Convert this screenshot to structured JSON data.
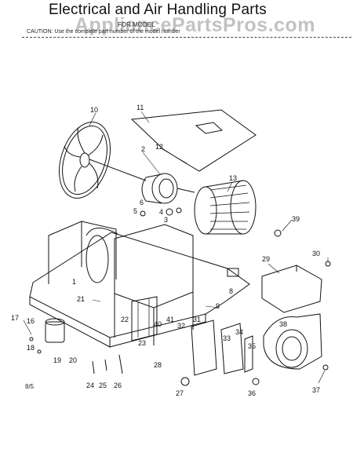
{
  "header": {
    "title": "Electrical and Air Handling Parts",
    "model_line": "FOR MODEL",
    "caution_line": "CAUTION: Use the complete part number of the model number",
    "watermark": "AppliancePartsPros.com"
  },
  "footer": {
    "page_code": "8/5"
  },
  "callouts": {
    "c1": "1",
    "c2": "2",
    "c3": "3",
    "c4": "4",
    "c5": "5",
    "c6": "6",
    "c8": "8",
    "c9": "9",
    "c10": "10",
    "c11": "11",
    "c12": "12",
    "c13": "13",
    "c16": "16",
    "c17": "17",
    "c18": "18",
    "c19": "19",
    "c20": "20",
    "c21": "21",
    "c22": "22",
    "c23": "23",
    "c24": "24",
    "c25": "25",
    "c26": "26",
    "c27": "27",
    "c28": "28",
    "c29": "29",
    "c30": "30",
    "c31": "31",
    "c32": "32",
    "c33": "33",
    "c34": "34",
    "c35": "35",
    "c36": "36",
    "c37": "37",
    "c38": "38",
    "c39": "39",
    "c40": "40",
    "c41": "41"
  }
}
